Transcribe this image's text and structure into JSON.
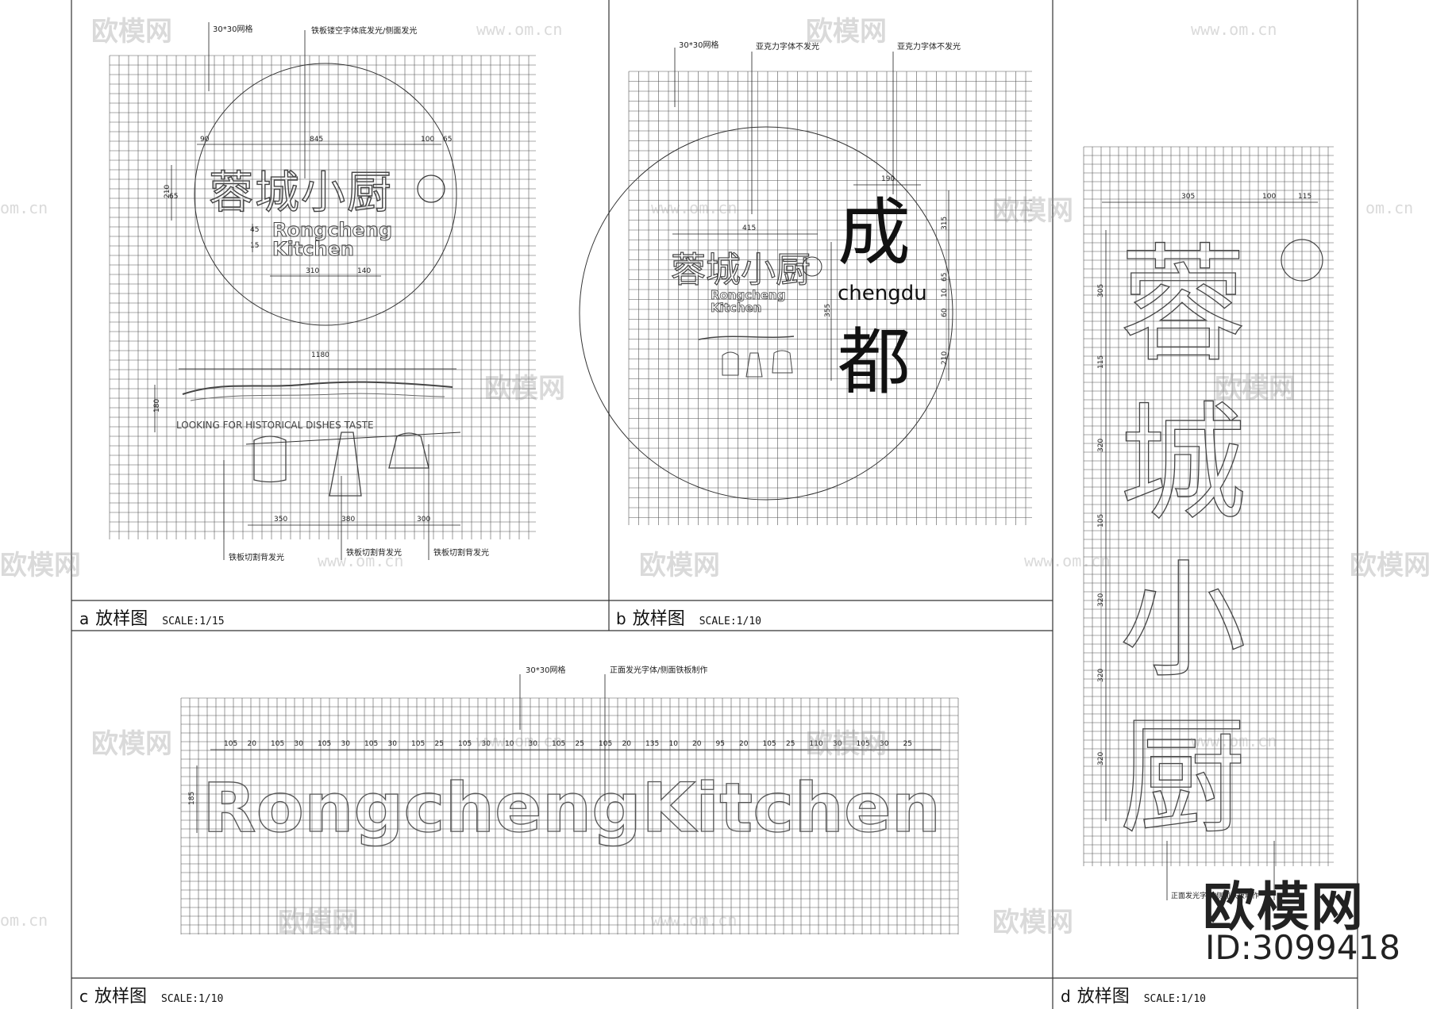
{
  "panels": [
    {
      "letter": "a",
      "title": "放样图",
      "scale": "SCALE:1/15"
    },
    {
      "letter": "b",
      "title": "放样图",
      "scale": "SCALE:1/10"
    },
    {
      "letter": "c",
      "title": "放样图",
      "scale": "SCALE:1/10"
    },
    {
      "letter": "d",
      "title": "放样图",
      "scale": "SCALE:1/10"
    }
  ],
  "panel_a": {
    "logo_cn": "蓉城小厨",
    "logo_en_1": "Rongcheng",
    "logo_en_2": "Kitchen",
    "slogan_en": "LOOKING FOR HISTORICAL DISHES TASTE",
    "notes": [
      "30*30网格",
      "铁板镂空字体底发光/侧面发光",
      "铁板切割背发光",
      "铁板切割背发光",
      "铁板切割背发光"
    ],
    "dims": [
      "90",
      "845",
      "100",
      "65",
      "210",
      "65",
      "45",
      "15",
      "310",
      "140",
      "1180",
      "180",
      "350",
      "380",
      "300"
    ]
  },
  "panel_b": {
    "big_char_1": "成",
    "big_char_2": "都",
    "pinyin": "chengdu",
    "logo_cn": "蓉城小厨",
    "logo_en_1": "Rongcheng",
    "logo_en_2": "Kitchen",
    "notes": [
      "30*30网格",
      "亚克力字体不发光",
      "亚克力字体不发光"
    ],
    "dims": [
      "190",
      "415",
      "315",
      "65",
      "10",
      "60",
      "210",
      "355"
    ]
  },
  "panel_c": {
    "word": "RongchengKitchen",
    "notes": [
      "30*30网格",
      "正面发光字体/侧面铁板制作"
    ],
    "dims": [
      "105",
      "20",
      "105",
      "30",
      "105",
      "30",
      "105",
      "30",
      "105",
      "25",
      "105",
      "30",
      "10",
      "30",
      "105",
      "25",
      "105",
      "20",
      "135",
      "10",
      "20",
      "95",
      "20",
      "105",
      "25",
      "110",
      "30",
      "105",
      "30",
      "25",
      "185"
    ]
  },
  "panel_d": {
    "chars": [
      "蓉",
      "城",
      "小",
      "厨"
    ],
    "notes": [
      "正面发光字体/侧面铁板制作"
    ],
    "dims": [
      "305",
      "100",
      "115",
      "305",
      "115",
      "320",
      "105",
      "320",
      "320",
      "320"
    ]
  },
  "watermarks": {
    "brand": "欧模网",
    "url": "www.om.cn",
    "url_short": "om.cn"
  },
  "brand_logo": "欧模网",
  "brand_id": "ID:3099418"
}
